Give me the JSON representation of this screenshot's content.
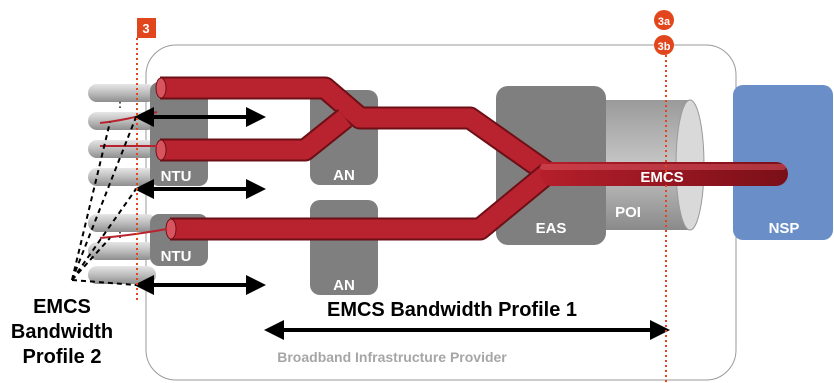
{
  "markers": {
    "m3": "3",
    "m3a": "3a",
    "m3b": "3b"
  },
  "boxes": {
    "ntu_top": "NTU",
    "ntu_bottom": "NTU",
    "an_top": "AN",
    "an_bottom": "AN",
    "eas": "EAS",
    "poi": "POI",
    "nsp": "NSP"
  },
  "pipe_label": "EMCS",
  "profile1_label": "EMCS Bandwidth Profile 1",
  "profile2_lines": [
    "EMCS",
    "Bandwidth",
    "Profile 2"
  ],
  "provider_label": "Broadband Infrastructure Provider",
  "colors": {
    "pipe": "#b8232f",
    "box_gray": "#7f7f7f",
    "nsp_blue": "#6a8fc8",
    "marker": "#e2461d"
  }
}
